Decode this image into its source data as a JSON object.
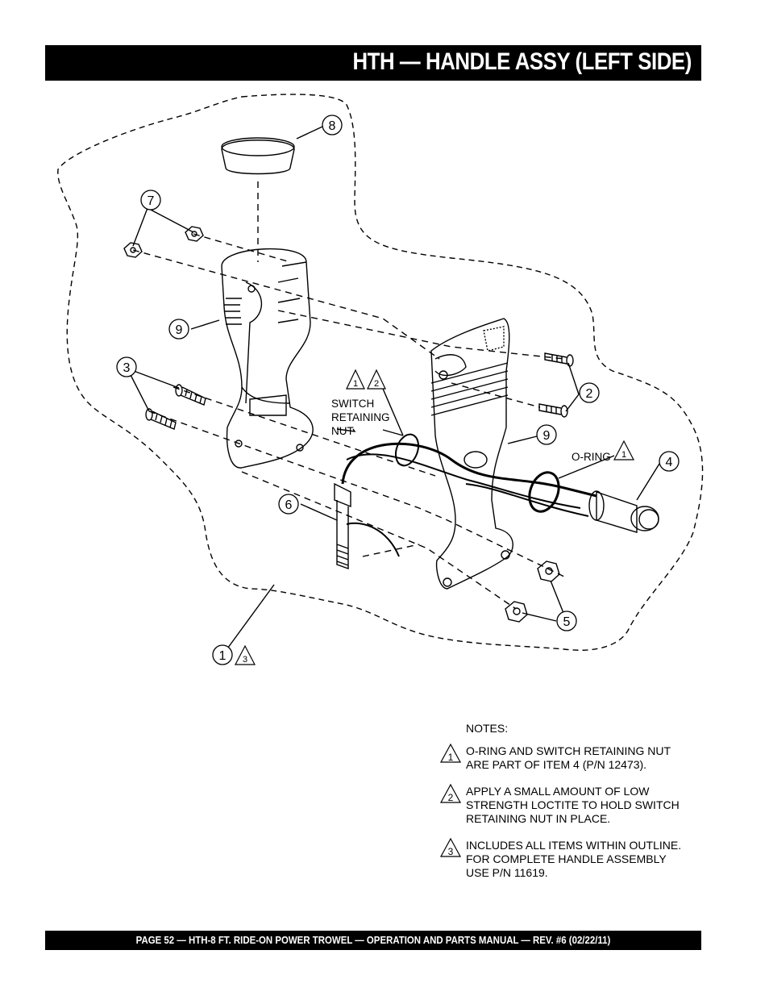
{
  "header": {
    "title": "HTH — HANDLE ASSY (LEFT SIDE)"
  },
  "callouts": {
    "c1": "1",
    "c2": "2",
    "c3": "3",
    "c4": "4",
    "c5": "5",
    "c6": "6",
    "c7": "7",
    "c8": "8",
    "c9a": "9",
    "c9b": "9"
  },
  "labels": {
    "switch_line1": "SWITCH",
    "switch_line2": "RETAINING",
    "switch_line3": "NUT",
    "oring": "O-RING",
    "tri_oring": "1",
    "tri_switch_a": "1",
    "tri_switch_b": "2",
    "tri_item1": "3"
  },
  "notes": {
    "title": "NOTES:",
    "items": [
      {
        "num": "1",
        "lines": [
          "O-RING AND SWITCH RETAINING NUT",
          "ARE PART OF ITEM 4 (P/N 12473)."
        ]
      },
      {
        "num": "2",
        "lines": [
          "APPLY A SMALL AMOUNT OF LOW",
          "STRENGTH LOCTITE TO HOLD SWITCH",
          "RETAINING NUT IN PLACE."
        ]
      },
      {
        "num": "3",
        "lines": [
          "INCLUDES ALL ITEMS WITHIN OUTLINE.",
          "FOR COMPLETE HANDLE ASSEMBLY",
          "USE P/N 11619."
        ]
      }
    ]
  },
  "footer": {
    "text": "PAGE 52 — HTH-8 FT.  RIDE-ON POWER TROWEL — OPERATION AND PARTS MANUAL — REV. #6 (02/22/11)"
  }
}
